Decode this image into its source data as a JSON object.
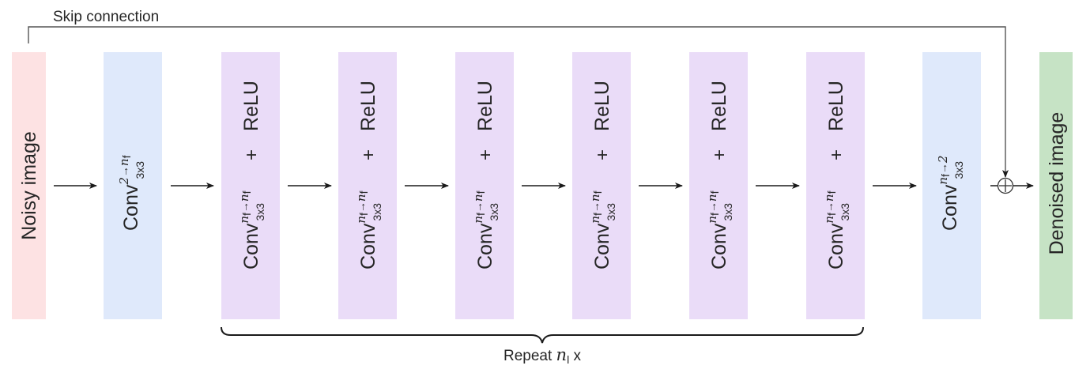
{
  "skip_label": "Skip connection",
  "input_label": "Noisy image",
  "output_label": "Denoised image",
  "conv_word": "Conv",
  "relu_word": "ReLU",
  "plus_sign": "+",
  "arrow_glyph": "→",
  "kernel": "3x3",
  "first_conv": {
    "ch_in": "2",
    "ch_out": "n",
    "ch_out_sub": "f"
  },
  "block_conv": {
    "ch_in": "n",
    "ch_in_sub": "f",
    "ch_out": "n",
    "ch_out_sub": "f"
  },
  "last_conv": {
    "ch_in": "n",
    "ch_in_sub": "f",
    "ch_out": "2"
  },
  "repeat_count": 6,
  "repeat": {
    "prefix": "Repeat ",
    "var": "n",
    "var_sub": "l",
    "suffix": " x"
  },
  "colors": {
    "input_fill": "#fde2e3",
    "conv_fill": "#dfe9fb",
    "block_fill": "#eadcf8",
    "output_fill": "#c6e3c5",
    "line": "#555555",
    "arrow": "#1a1a1a"
  }
}
